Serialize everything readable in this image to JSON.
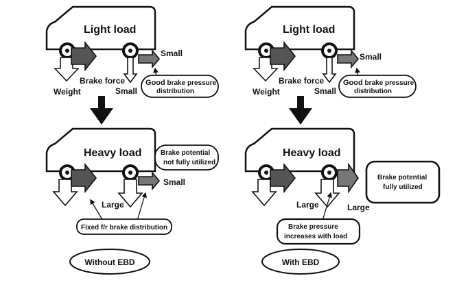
{
  "panels": {
    "left": {
      "top": {
        "title": "Light load",
        "brake_force": "Brake force",
        "weight": "Weight",
        "small_rear": "Small",
        "small_arrow": "Small",
        "callout_bold": "Good",
        "callout_line1_rest": " brake pressure",
        "callout_line2": "distribution"
      },
      "bottom": {
        "title": "Heavy load",
        "small_arrow": "Small",
        "large": "Large",
        "callout_line1": "Brake potential",
        "callout_line2": "not fully utilized",
        "distribution_box": "Fixed f/r brake distribution"
      },
      "caption": "Without EBD"
    },
    "right": {
      "top": {
        "title": "Light load",
        "brake_force": "Brake force",
        "weight": "Weight",
        "small_rear": "Small",
        "small_arrow": "Small",
        "callout_bold": "Good",
        "callout_line1_rest": " brake pressure",
        "callout_line2": "distribution"
      },
      "bottom": {
        "title": "Heavy load",
        "large_front": "Large",
        "large_rear": "Large",
        "callout_line1": "Brake potential",
        "callout_line2": "fully utilized",
        "pressure_line1": "Brake pressure",
        "pressure_line2": "increases with load"
      },
      "caption": "With EBD"
    }
  },
  "colors": {
    "outline": "#111111",
    "arrow_fill": "#555555",
    "background": "#ffffff"
  }
}
